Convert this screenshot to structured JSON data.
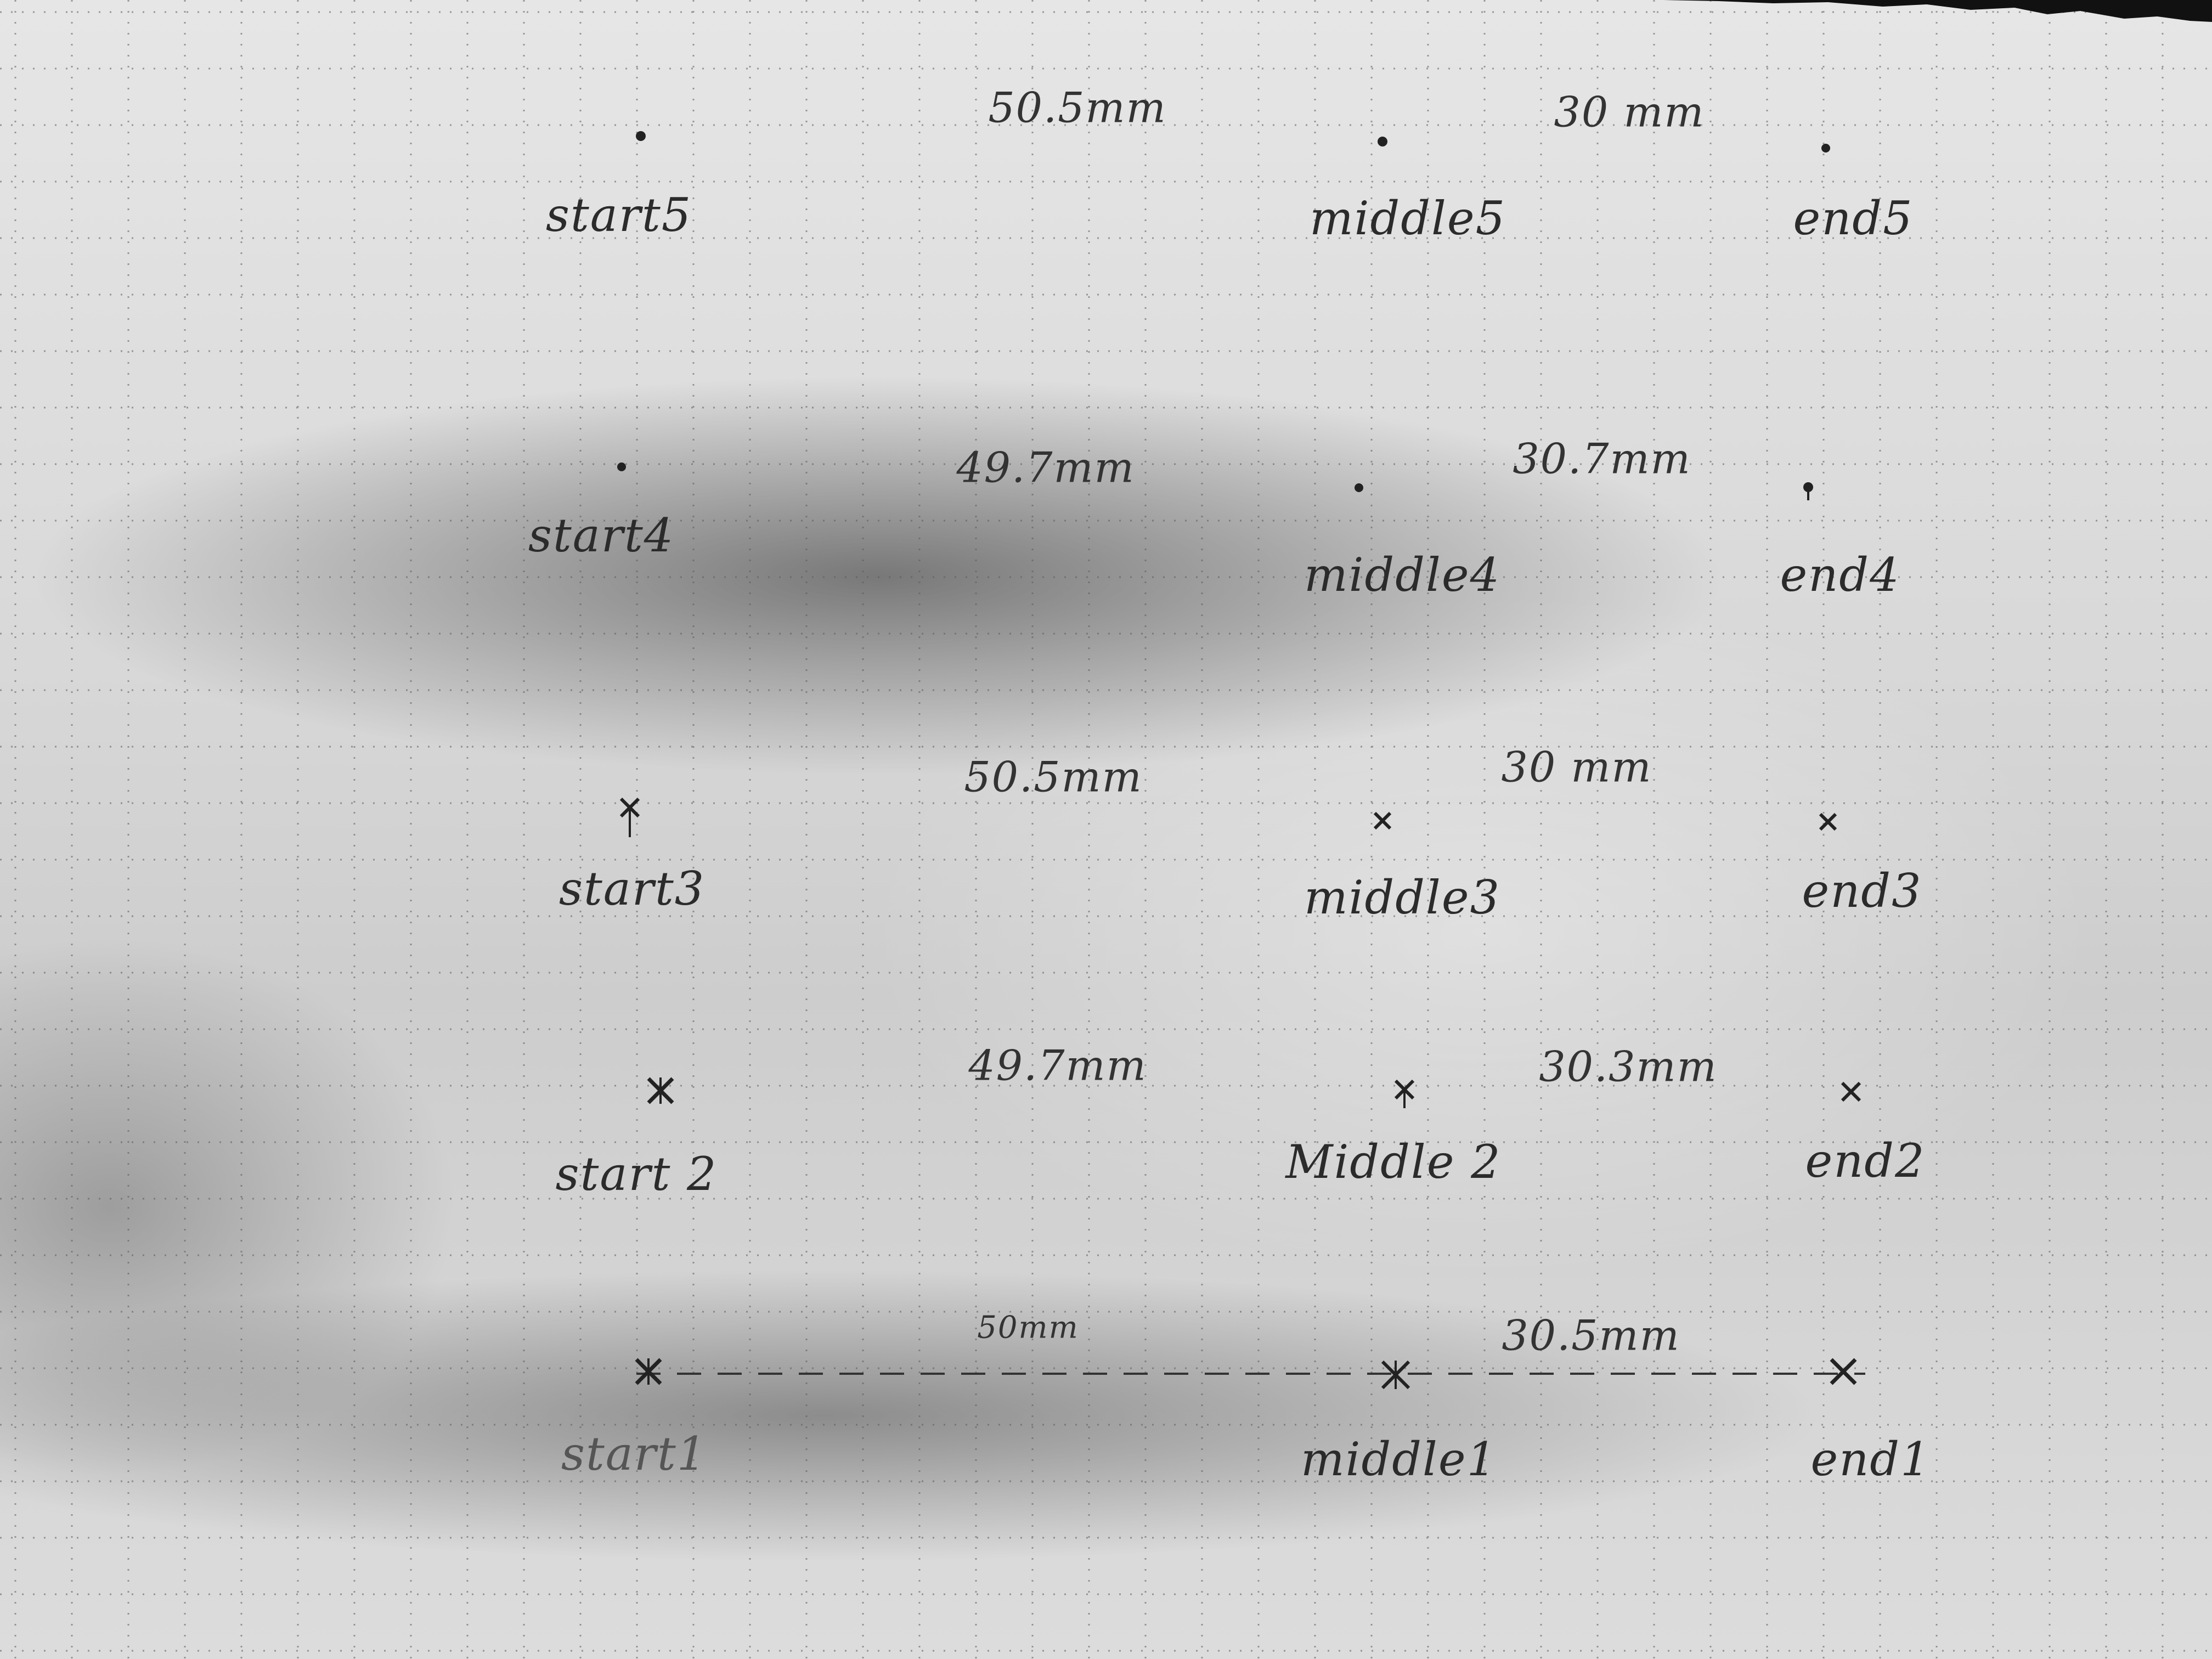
{
  "paper": {
    "rows": [
      {
        "start": "start5",
        "middle": "middle5",
        "end": "end5",
        "dist1": "50.5mm",
        "dist2": "30 mm",
        "marker": "dot"
      },
      {
        "start": "start4",
        "middle": "middle4",
        "end": "end4",
        "dist1": "49.7mm",
        "dist2": "30.7mm",
        "marker": "dot"
      },
      {
        "start": "start3",
        "middle": "middle3",
        "end": "end3",
        "dist1": "50.5mm",
        "dist2": "30 mm",
        "marker": "cross"
      },
      {
        "start": "start 2",
        "middle": "Middle 2",
        "end": "end2",
        "dist1": "49.7mm",
        "dist2": "30.3mm",
        "marker": "cross"
      },
      {
        "start": "start1",
        "middle": "middle1",
        "end": "end1",
        "dist1": "50mm",
        "dist2": "30.5mm",
        "marker": "cross"
      }
    ],
    "ink_color": "#2b2b2b",
    "grid_color": "#5a5a5a"
  }
}
